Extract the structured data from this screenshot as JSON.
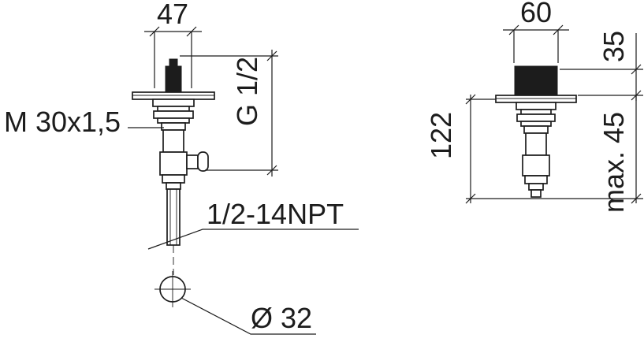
{
  "drawing": {
    "line_color": "#1c1c1c",
    "background": "#ffffff",
    "views": {
      "front": {
        "dim_width": "47",
        "label_body_thread": "M 30x1,5",
        "label_outlet_thread": "G 1/2",
        "label_pipe_thread": "1/2-14NPT",
        "label_hole_diameter": "Ø 32"
      },
      "side": {
        "dim_width": "60",
        "dim_top_height": "35",
        "dim_length": "122",
        "dim_max_thickness": "max. 45"
      }
    }
  }
}
